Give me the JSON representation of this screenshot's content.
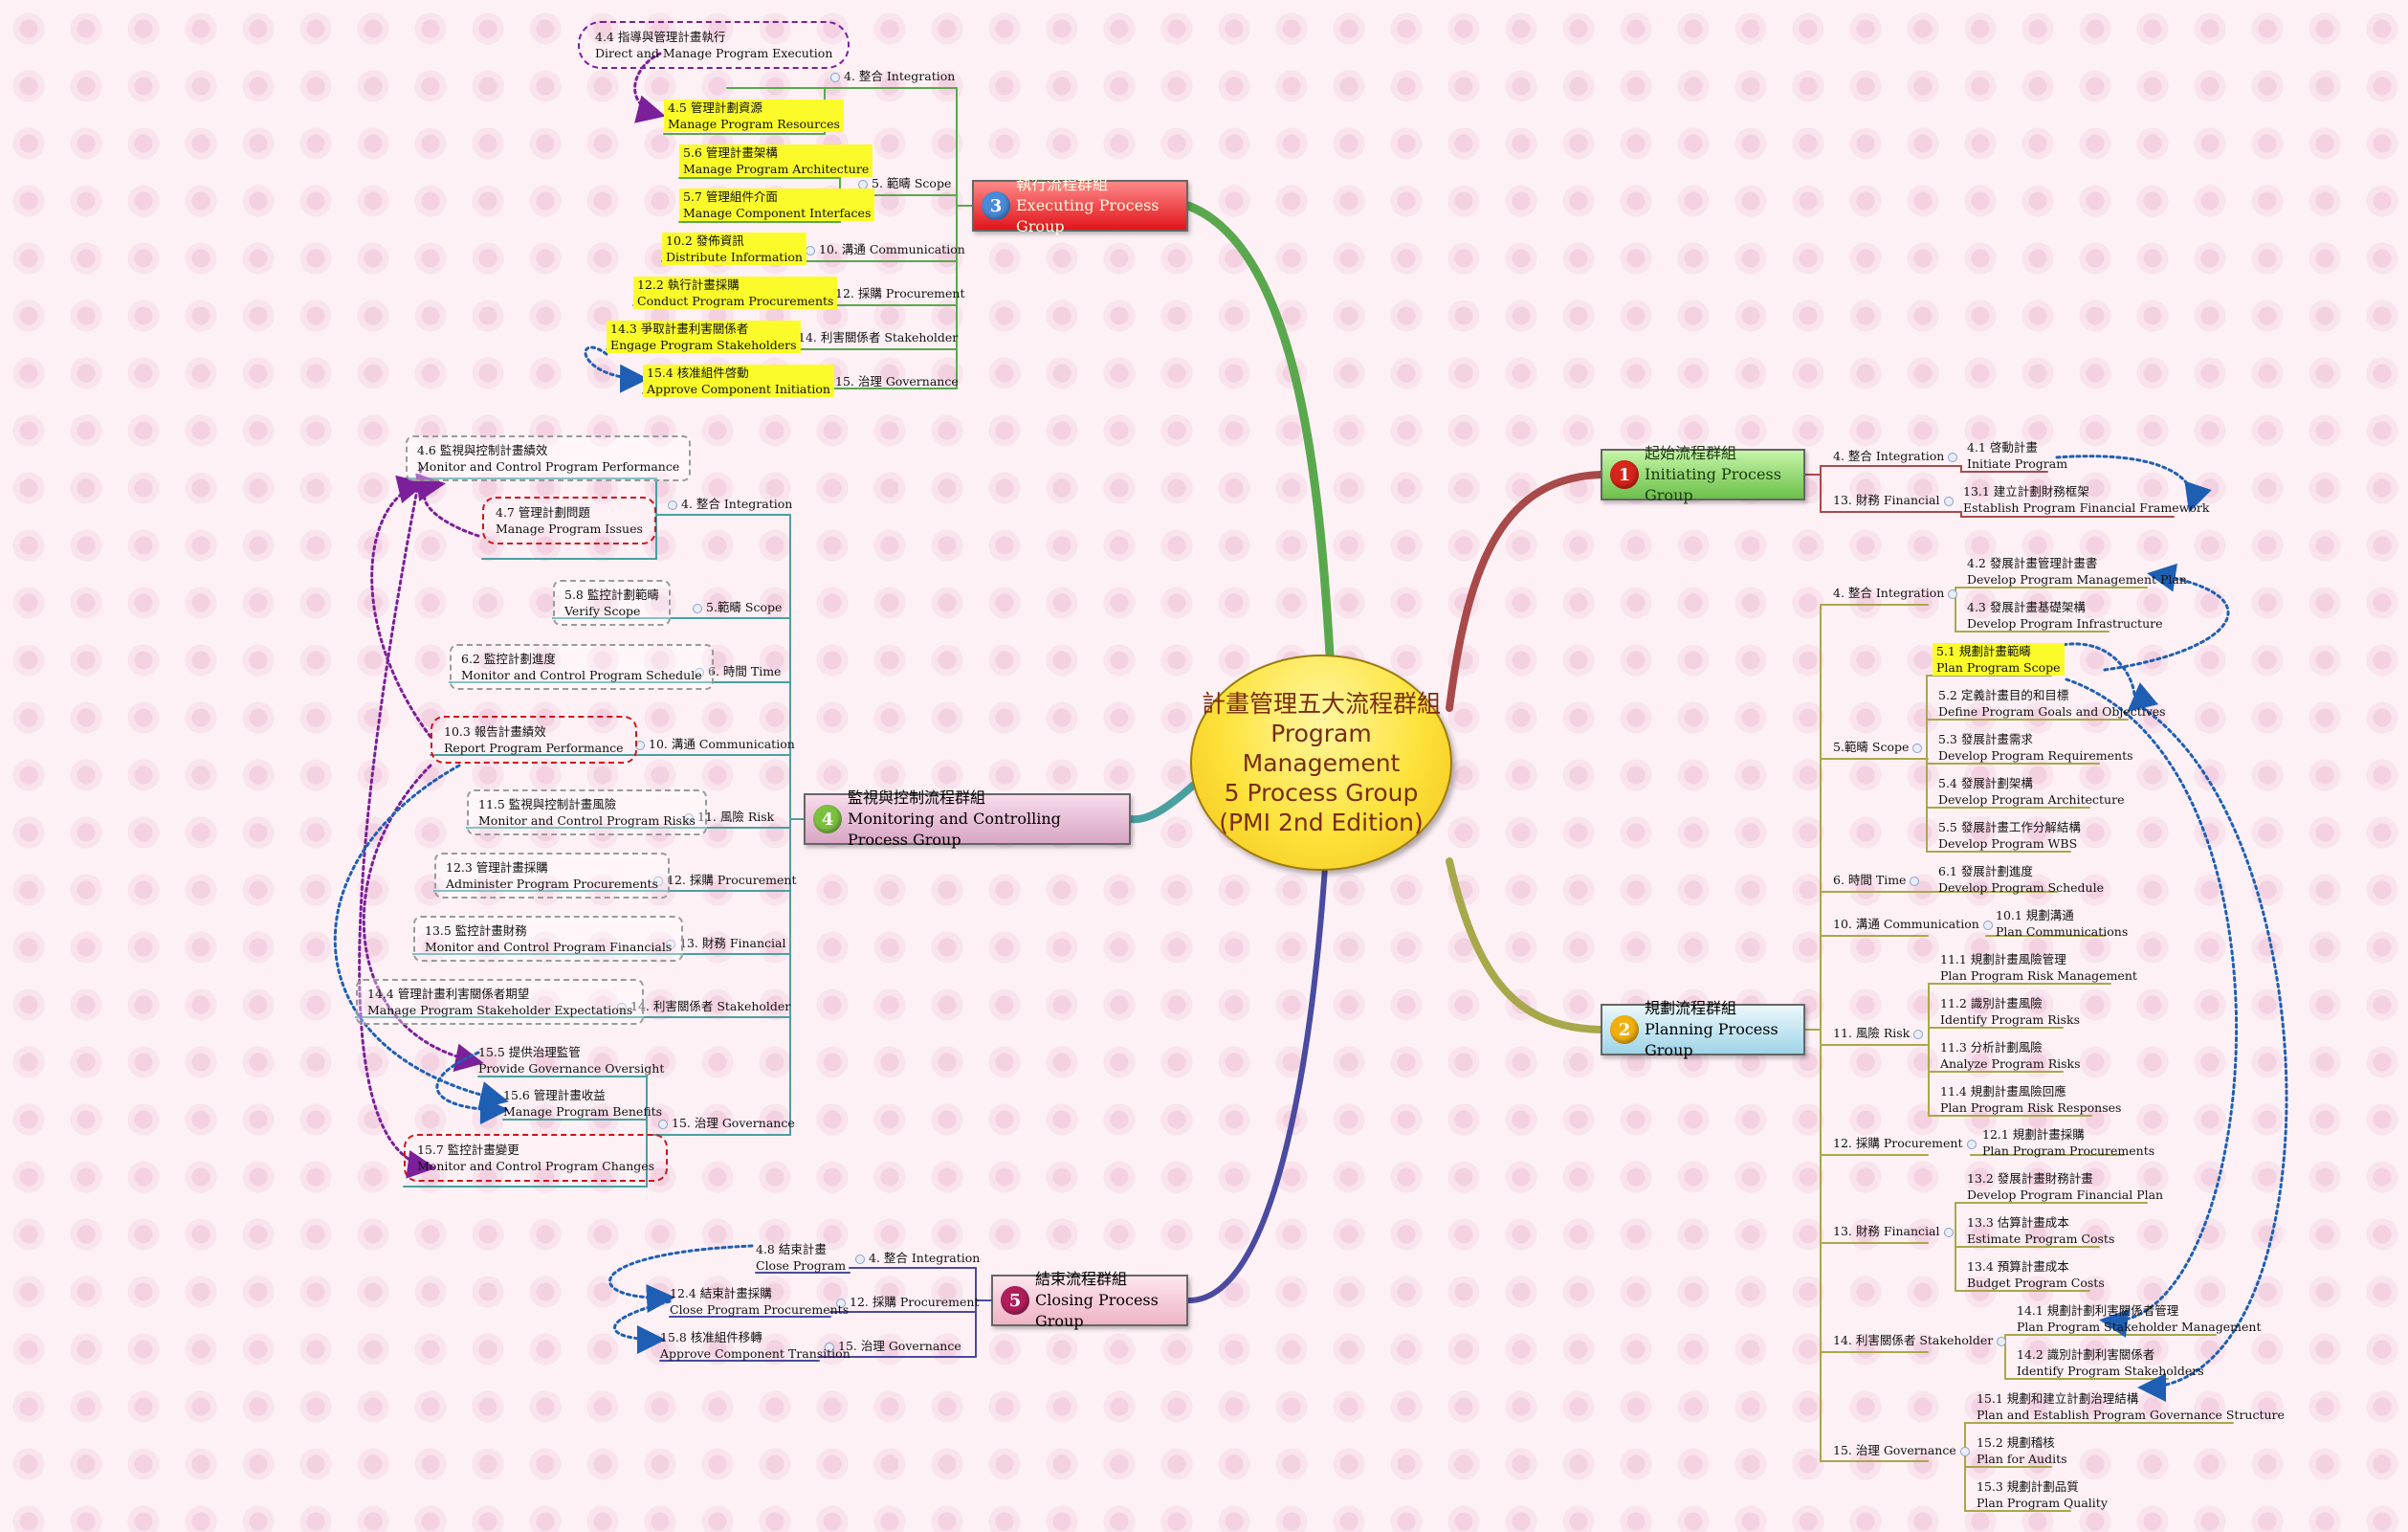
{
  "center": {
    "line1": "計畫管理五大流程群組",
    "line2": "Program Management",
    "line3": "5 Process Group",
    "line4": "(PMI 2nd Edition)"
  },
  "colors": {
    "executing": "#5aa84e",
    "initiating": "#a84a4a",
    "monitoring": "#4aa0a0",
    "closing": "#4a4aa0",
    "planning": "#a8a84a",
    "dash_purple": "#7b1f9a",
    "dash_blue": "#1e5fb4"
  },
  "groups": {
    "executing": {
      "num": "3",
      "zh": "執行流程群組",
      "en": "Executing  Process Group"
    },
    "initiating": {
      "num": "1",
      "zh": "起始流程群組",
      "en": "Initiating Process Group"
    },
    "monitoring": {
      "num": "4",
      "zh": "監視與控制流程群組",
      "en": "Monitoring and Controlling Process Group"
    },
    "closing": {
      "num": "5",
      "zh": "結束流程群組",
      "en": "Closing Process Group"
    },
    "planning": {
      "num": "2",
      "zh": "規劃流程群組",
      "en": "Planning Process Group"
    }
  },
  "executing": {
    "cats": [
      "4. 整合 Integration",
      "5. 範疇 Scope",
      "10. 溝通 Communication",
      "12. 採購 Procurement",
      "14. 利害關係者 Stakeholder",
      "15. 治理 Governance"
    ],
    "items": [
      {
        "zh": "4.4 指導與管理計畫執行",
        "en": "Direct and Manage Program Execution"
      },
      {
        "zh": "4.5 管理計劃資源",
        "en": "Manage Program Resources"
      },
      {
        "zh": "5.6 管理計畫架構",
        "en": "Manage Program Architecture"
      },
      {
        "zh": "5.7 管理組件介面",
        "en": "Manage Component Interfaces"
      },
      {
        "zh": "10.2 發佈資訊",
        "en": "Distribute Information"
      },
      {
        "zh": "12.2 執行計畫採購",
        "en": "Conduct Program Procurements"
      },
      {
        "zh": "14.3 爭取計畫利害關係者",
        "en": "Engage Program Stakeholders"
      },
      {
        "zh": "15.4 核准組件啓動",
        "en": "Approve Component Initiation"
      }
    ]
  },
  "monitoring": {
    "cats": [
      "4. 整合 Integration",
      "5.範疇 Scope",
      "6. 時間 Time",
      "10. 溝通 Communication",
      "11. 風險 Risk",
      "12. 採購 Procurement",
      "13. 財務  Financial",
      "14. 利害關係者 Stakeholder",
      "15. 治理 Governance"
    ],
    "items": [
      {
        "zh": "4.6 監視與控制計畫績效",
        "en": "Monitor and Control Program Performance"
      },
      {
        "zh": "4.7 管理計劃問題",
        "en": "Manage Program Issues"
      },
      {
        "zh": "5.8 監控計劃範疇",
        "en": "Verify Scope"
      },
      {
        "zh": "6.2 監控計劃進度",
        "en": "Monitor and Control Program Schedule"
      },
      {
        "zh": "10.3 報告計畫績效",
        "en": "Report Program Performance"
      },
      {
        "zh": "11.5 監視與控制計畫風險",
        "en": "Monitor and Control Program Risks"
      },
      {
        "zh": "12.3 管理計畫採購",
        "en": "Administer Program Procurements"
      },
      {
        "zh": "13.5 監控計畫財務",
        "en": "Monitor and Control Program  Financials"
      },
      {
        "zh": "14.4 管理計畫利害關係者期望",
        "en": "Manage Program Stakeholder Expectations"
      },
      {
        "zh": "15.5 提供治理監管",
        "en": "Provide Governance Oversight"
      },
      {
        "zh": "15.6 管理計畫收益",
        "en": "Manage Program Benefits"
      },
      {
        "zh": "15.7 監控計畫變更",
        "en": "Monitor and Control Program Changes"
      }
    ]
  },
  "closing": {
    "cats": [
      "4. 整合 Integration",
      "12. 採購 Procurement",
      "15. 治理 Governance"
    ],
    "items": [
      {
        "zh": "4.8 結束計畫",
        "en": "Close Program"
      },
      {
        "zh": "12.4 結束計畫採購",
        "en": "Close Program Procurements"
      },
      {
        "zh": "15.8 核准組件移轉",
        "en": "Approve Component Transition"
      }
    ]
  },
  "initiating": {
    "cats": [
      "4. 整合 Integration",
      "13. 財務 Financial"
    ],
    "items": [
      {
        "zh": "4.1 啓動計畫",
        "en": "Initiate Program"
      },
      {
        "zh": "13.1 建立計劃財務框架",
        "en": "Establish Program Financial Framework"
      }
    ]
  },
  "planning": {
    "cats": [
      "4. 整合 Integration",
      "5.範疇 Scope",
      "6. 時間 Time",
      "10. 溝通 Communication",
      "11. 風險 Risk",
      "12. 採購 Procurement",
      "13. 財務  Financial",
      "14. 利害關係者 Stakeholder",
      "15. 治理 Governance"
    ],
    "items": [
      {
        "zh": "4.2 發展計畫管理計畫書",
        "en": "Develop Program Management Plan"
      },
      {
        "zh": "4.3 發展計畫基礎架構",
        "en": "Develop Program Infrastructure"
      },
      {
        "zh": "5.1 規劃計畫範疇",
        "en": "Plan Program Scope"
      },
      {
        "zh": "5.2 定義計畫目的和目標",
        "en": "Define Program Goals and Objectives"
      },
      {
        "zh": "5.3 發展計畫需求",
        "en": "Develop Program Requirements"
      },
      {
        "zh": "5.4 發展計劃架構",
        "en": "Develop Program Architecture"
      },
      {
        "zh": "5.5 發展計畫工作分解結構",
        "en": "Develop Program WBS"
      },
      {
        "zh": "6.1 發展計劃進度",
        "en": "Develop Program Schedule"
      },
      {
        "zh": "10.1 規劃溝通",
        "en": "Plan Communications"
      },
      {
        "zh": "11.1 規劃計畫風險管理",
        "en": "Plan Program Risk Management"
      },
      {
        "zh": "11.2 識別計畫風險",
        "en": "Identify Program Risks"
      },
      {
        "zh": "11.3 分析計劃風險",
        "en": "Analyze Program Risks"
      },
      {
        "zh": "11.4 規劃計畫風險回應",
        "en": "Plan Program Risk Responses"
      },
      {
        "zh": "12.1 規劃計畫採購",
        "en": "Plan Program Procurements"
      },
      {
        "zh": "13.2 發展計畫財務計畫",
        "en": "Develop Program Financial Plan"
      },
      {
        "zh": "13.3 估算計畫成本",
        "en": "Estimate Program Costs"
      },
      {
        "zh": "13.4 預算計畫成本",
        "en": "Budget Program Costs"
      },
      {
        "zh": "14.1 規劃計劃利害關係者管理",
        "en": "Plan Program Stakeholder Management"
      },
      {
        "zh": "14.2 識別計劃利害關係者",
        "en": "Identify Program Stakeholders"
      },
      {
        "zh": "15.1 規劃和建立計劃治理結構",
        "en": "Plan and Establish Program Governance Structure"
      },
      {
        "zh": "15.2 規劃稽核",
        "en": "Plan for Audits"
      },
      {
        "zh": "15.3 規劃計劃品質",
        "en": "Plan Program Quality"
      }
    ]
  }
}
